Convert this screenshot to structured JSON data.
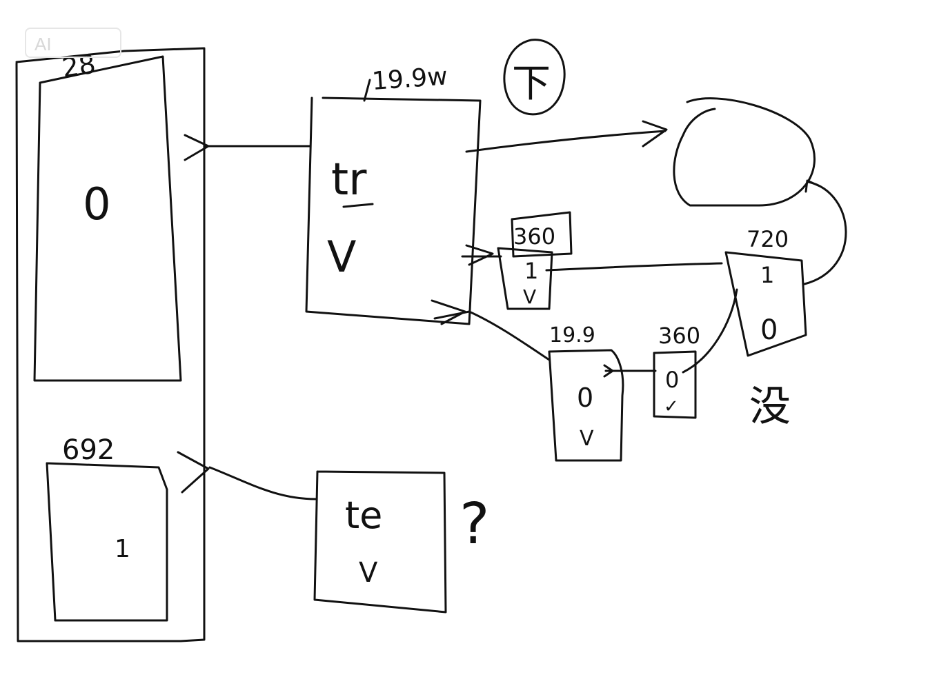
{
  "watermark": "AI",
  "left_column": {
    "top_block": {
      "number": "28",
      "value": "0"
    },
    "bottom_block": {
      "number": "692",
      "value": "1"
    }
  },
  "tr_block": {
    "number": "19.9w",
    "label": "tr",
    "check": "V"
  },
  "te_block": {
    "label": "te",
    "check": "V",
    "question": "?"
  },
  "circled_char": "下",
  "small_blocks": [
    {
      "number": "360",
      "value": "1",
      "check": "V"
    },
    {
      "number": "19.9",
      "value": "0",
      "check": "V"
    },
    {
      "number": "360",
      "value": "0",
      "check": "✓"
    }
  ],
  "block_720": {
    "number": "720",
    "top": "1",
    "bottom": "0"
  },
  "note": "没"
}
